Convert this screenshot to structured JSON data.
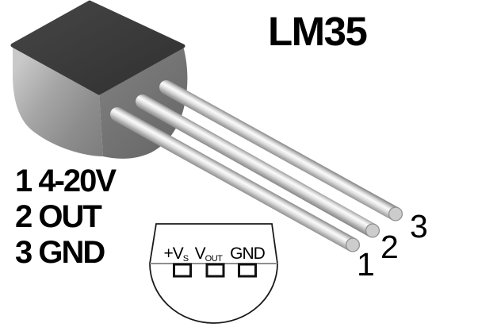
{
  "figure": {
    "title": "LM35",
    "legend_lines": [
      "1 4-20V",
      "2 OUT",
      "3 GND"
    ],
    "lead_numbers": [
      "1",
      "2",
      "3"
    ],
    "bottom_view_pins": [
      {
        "main": "+V",
        "sub": "S"
      },
      {
        "main": "V",
        "sub": "OUT"
      },
      {
        "main": "GND",
        "sub": ""
      }
    ]
  },
  "colors": {
    "background": "#ffffff",
    "text": "#000000",
    "body-top": "#3b3b3b",
    "body-front": "#9a9a9a",
    "body-side": "#6f6f6f",
    "lead-highlight": "#fbfbfb",
    "lead-edge": "#8e8e8e",
    "outline": "#1a1a1a",
    "flat-line": "#8e8e8e"
  }
}
